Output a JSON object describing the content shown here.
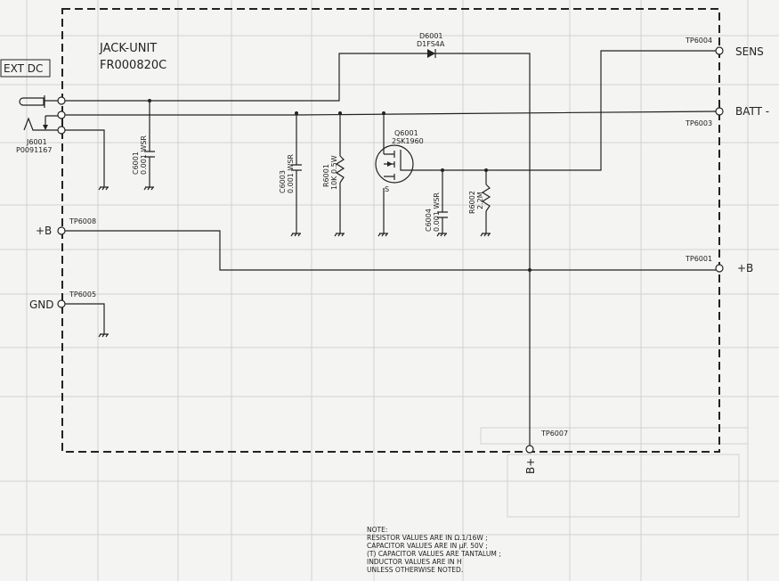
{
  "unit": {
    "name": "JACK-UNIT",
    "part": "FR000820C"
  },
  "connectors": {
    "ext_dc": "EXT DC",
    "sens": "SENS",
    "batt": "BATT -",
    "plus_b_left": "+B",
    "plus_b_right": "+B",
    "gnd": "GND",
    "b_plus_bottom": "B+"
  },
  "test_points": {
    "tp6004": "TP6004",
    "tp6003": "TP6003",
    "tp6008": "TP6008",
    "tp6001": "TP6001",
    "tp6005": "TP6005",
    "tp6007": "TP6007"
  },
  "components": {
    "j6001": {
      "ref": "J6001",
      "value": "P0091167"
    },
    "c6001": {
      "ref": "C6001",
      "value": "0.001 WSR"
    },
    "c6003": {
      "ref": "C6003",
      "value": "0.001 WSR"
    },
    "r6001": {
      "ref": "R6001",
      "value": "10K 0.5W"
    },
    "d6001": {
      "ref": "D6001",
      "value": "D1FS4A"
    },
    "q6001": {
      "ref": "Q6001",
      "value": "2SK1960",
      "pin": "S"
    },
    "c6004": {
      "ref": "C6004",
      "value": "0.001 WSR"
    },
    "r6002": {
      "ref": "R6002",
      "value": "2.2M"
    }
  },
  "note": {
    "title": "NOTE:",
    "lines": [
      "RESISTOR  VALUES ARE IN Ω.1/16W ;",
      "CAPACITOR VALUES ARE IN µF. 50V ;",
      "(T) CAPACITOR VALUES ARE TANTALUM ;",
      "INDUCTOR  VALUES ARE IN H",
      "UNLESS OTHERWISE NOTED."
    ]
  }
}
